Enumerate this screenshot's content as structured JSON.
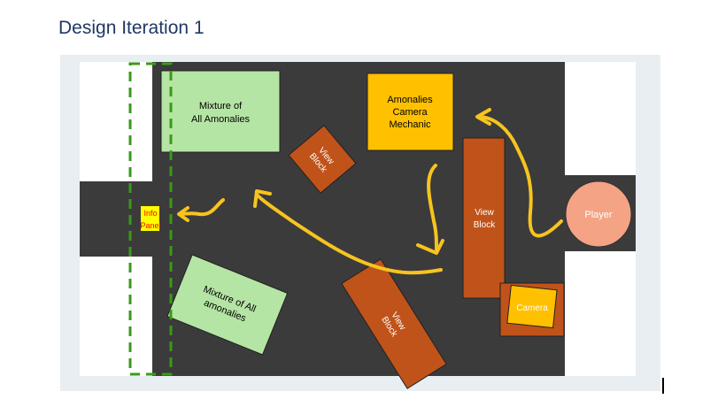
{
  "title": "Design Iteration 1",
  "blocks": {
    "mixture_top": [
      "Mixture of",
      "All Amonalies"
    ],
    "mixture_bottom": [
      "Mixture of All",
      "amonalies"
    ],
    "camera_mechanic": [
      "Amonalies",
      "Camera",
      "Mechanic"
    ],
    "view_block_1": [
      "View",
      "Block"
    ],
    "view_block_2": [
      "View",
      "Block"
    ],
    "view_block_3": [
      "View",
      "Block"
    ],
    "camera": "Camera",
    "player": "Player",
    "info_panel": [
      "Info",
      "Panel"
    ]
  },
  "colors": {
    "floor": "#3b3b3b",
    "green_block": "#b5e5a4",
    "view_block": "#c0531a",
    "yellow_block": "#ffc000",
    "player": "#f4a384",
    "arrow": "#f7c41f",
    "dashed": "#3a9a1a",
    "info_highlight": "#ffff00",
    "info_text": "#ff0000"
  }
}
